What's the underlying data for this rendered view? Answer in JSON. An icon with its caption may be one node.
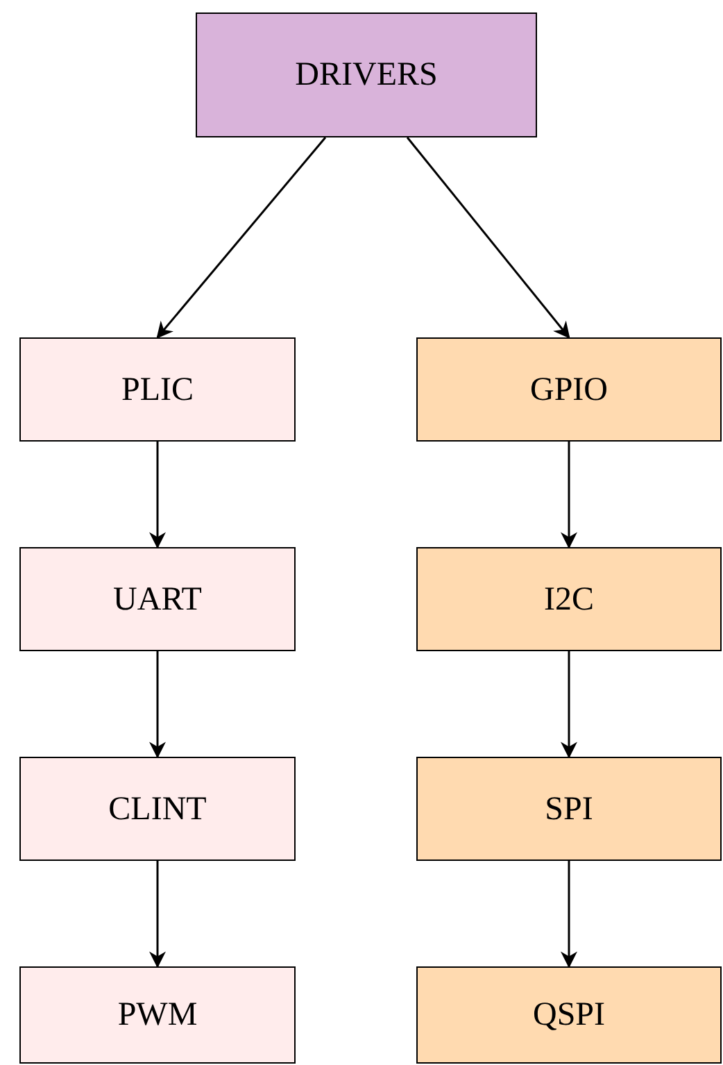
{
  "diagram": {
    "nodes": [
      {
        "text": [
          "DRIVERS"
        ]
      },
      {
        "text": [
          "PLIC"
        ]
      },
      {
        "text": [
          "UART"
        ]
      },
      {
        "text": [
          "CLINT"
        ]
      },
      {
        "text": [
          "PWM"
        ]
      },
      {
        "text": [
          "GPIO"
        ]
      },
      {
        "text": [
          "I2C"
        ]
      },
      {
        "text": [
          "SPI"
        ]
      },
      {
        "text": [
          "QSPI"
        ]
      }
    ],
    "edges": [
      {
        "from": 0,
        "to": 1,
        "arrow": "to"
      },
      {
        "from": 0,
        "to": 5,
        "arrow": "to"
      },
      {
        "from": 1,
        "to": 2,
        "arrow": "to"
      },
      {
        "from": 2,
        "to": 3,
        "arrow": "to"
      },
      {
        "from": 3,
        "to": 4,
        "arrow": "to"
      },
      {
        "from": 5,
        "to": 6,
        "arrow": "to"
      },
      {
        "from": 6,
        "to": 7,
        "arrow": "to"
      },
      {
        "from": 7,
        "to": 8,
        "arrow": "to"
      }
    ]
  }
}
